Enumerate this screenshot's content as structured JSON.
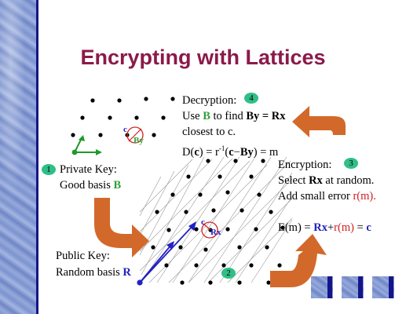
{
  "title": "Encrypting with Lattices",
  "steps": {
    "s1": "1",
    "s2": "2",
    "s3": "3",
    "s4": "4"
  },
  "private_key": {
    "line1": "Private Key:",
    "line2_pre": "Good basis ",
    "line2_b": "B"
  },
  "public_key": {
    "line1": "Public Key:",
    "line2_pre": "Random basis ",
    "line2_r": "R"
  },
  "decryption": {
    "head": "Decryption:",
    "use": "Use ",
    "b": "B",
    "to_find": " to find ",
    "by_eq_rx": "By = Rx",
    "closest": "closest to c.",
    "formula_pre": "D(",
    "formula_c": "c",
    "formula_mid": ") = r",
    "formula_sup": "-1",
    "formula_paren": "(",
    "formula_c2": "c",
    "formula_minus": "−",
    "formula_by": "By",
    "formula_end": ") = m"
  },
  "encryption": {
    "head": "Encryption:",
    "select_pre": "Select ",
    "rx": "Rx",
    "select_post": " at random.",
    "add_pre": "Add small error ",
    "rm": "r(m).",
    "eq_pre": "E(m) = ",
    "eq_rx": "Rx",
    "eq_plus": "+",
    "eq_rm": "r(m)",
    "eq_eq": " = ",
    "eq_c": "c"
  },
  "lattice_labels": {
    "c_small": "c",
    "by_small": "By",
    "c_big": "c",
    "rx_big": "Rx"
  },
  "colors": {
    "title": "#8b1a4a",
    "green": "#2ea03a",
    "blue": "#2222c0",
    "red": "#d02020",
    "arrow": "#d2692a",
    "badge": "#2fbf87"
  }
}
